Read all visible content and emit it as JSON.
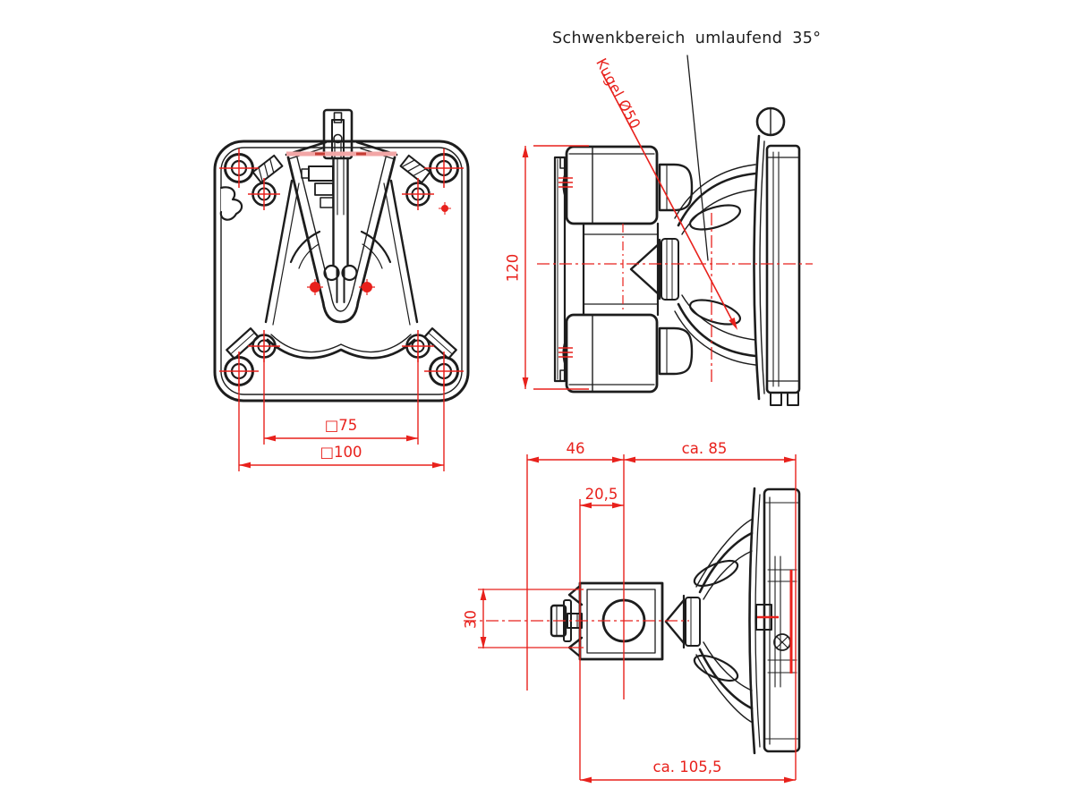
{
  "drawing": {
    "note_swivel": "Schwenkbereich umlaufend 35°",
    "label_ball": "Kugel Ø50",
    "front_view": {
      "dim_vesa_75": "□75",
      "dim_vesa_100": "□100"
    },
    "side_view": {
      "dim_height": "120"
    },
    "top_view": {
      "dim_46": "46",
      "dim_ca85": "ca. 85",
      "dim_20_5": "20,5",
      "dim_30": "30",
      "dim_ca105_5": "ca. 105,5"
    },
    "colors": {
      "dimension_red": "#e8211c",
      "geometry_black": "#1d1d1d",
      "highlight_pink": "#f2a6a6"
    }
  }
}
